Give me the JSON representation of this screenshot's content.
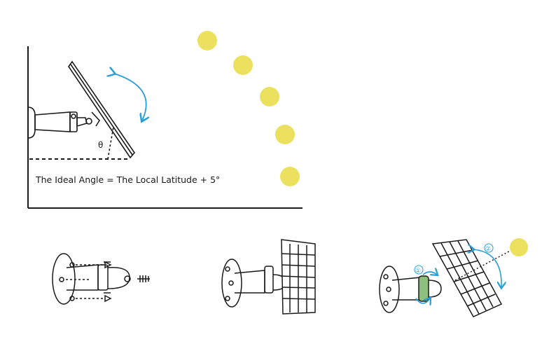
{
  "formula_text": "The Ideal Angle = The Local Latitude + 5°",
  "angle_symbol": "θ",
  "step_markers": [
    "①",
    "②"
  ],
  "colors": {
    "sun": "#ece15e",
    "arrow": "#2a9fd6",
    "line": "#1a1a1a",
    "panel_ring": "#8fbf7f"
  },
  "icons": [
    "sun-icon",
    "rotate-arrow-icon",
    "screw-icon",
    "solar-panel-icon",
    "wall-mount-bracket-icon"
  ]
}
